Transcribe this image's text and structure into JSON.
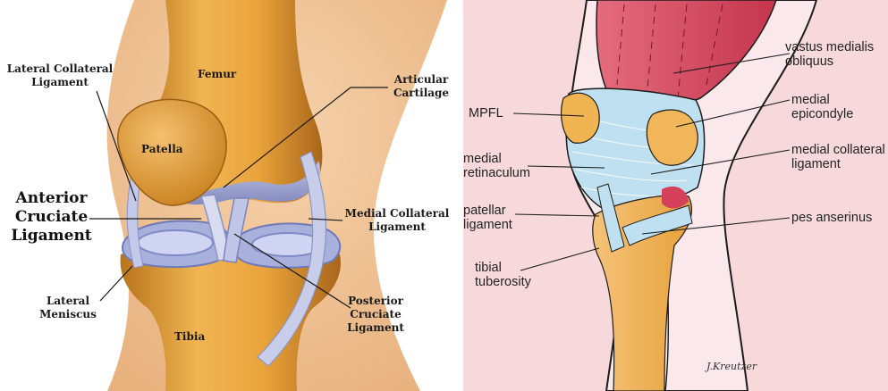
{
  "left_diagram": {
    "labels": {
      "lateral_collateral_ligament": "Lateral Collateral\nLigament",
      "femur": "Femur",
      "articular_cartilage": "Articular\nCartilage",
      "patella": "Patella",
      "anterior_cruciate_ligament": "Anterior\nCruciate\nLigament",
      "medial_collateral_ligament": "Medial Collateral\nLigament",
      "lateral_meniscus": "Lateral\nMeniscus",
      "posterior_cruciate_ligament": "Posterior\nCruciate\nLigament",
      "tibia": "Tibia"
    }
  },
  "right_diagram": {
    "labels": {
      "vastus_medialis_obliquus": "vastus medialis\nobliquus",
      "mpfl": "MPFL",
      "medial_epicondyle": "medial\nepicondyle",
      "medial_retinaculum": "medial\nretinaculum",
      "medial_collateral_ligament": "medial collateral\nligament",
      "patellar_ligament": "patellar\nligament",
      "pes_anserinus": "pes anserinus",
      "tibial_tuberosity": "tibial\ntuberosity"
    },
    "signature": "J.Kreutzer"
  },
  "colors": {
    "bone": "#e7a23a",
    "bone_shadow": "#b8741c",
    "cartilage": "#9fa8d8",
    "ligament": "#c4cbe6",
    "skin": "#f3c79a",
    "muscle": "#cf4057",
    "fascia": "#b9dcef"
  }
}
